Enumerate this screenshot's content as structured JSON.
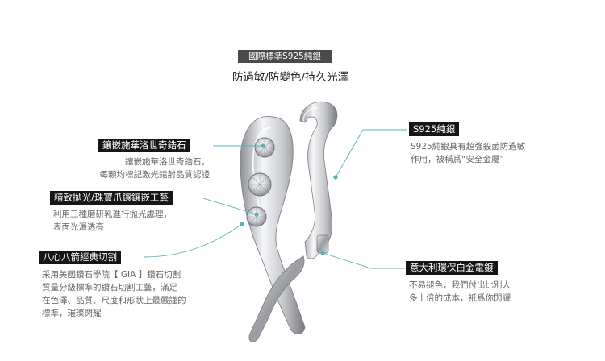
{
  "header": {
    "banner": "國際標準S925純銀",
    "subtitle": "防過敏/防變色/持久光澤"
  },
  "callouts": {
    "stone": {
      "title": "鑲嵌施華洛世奇鋯石",
      "lines": [
        "鑲嵌施華洛世奇鋯石，",
        "每顆均標記激光鐳射品質認證"
      ]
    },
    "polish": {
      "title": "精致抛光/珠寶爪鑲鑲嵌工藝",
      "lines": [
        "利用三種磨研乳進行抛光處理，",
        "表面光滑透亮"
      ]
    },
    "cut": {
      "title": "八心八箭經典切割",
      "lines": [
        "采用美國鑽石學院【 GIA 】鑽石切割",
        "質量分級標準的鑽石切割工藝，滿足",
        "在色澤、品質、尺度和形狀上最嚴謹的",
        "標準，璀璨閃耀"
      ]
    },
    "silver": {
      "title": "S925純銀",
      "lines": [
        "S925純銀具有超強殺菌防過敏",
        "作用，被稱爲“安全金屬”"
      ]
    },
    "plating": {
      "title": "意大利環保白金電鍍",
      "lines": [
        "不易褪色，我們付出比別人",
        "多十倍的成本，衹爲你閃耀"
      ]
    }
  },
  "colors": {
    "teal": "#5bb3b8",
    "tag_bg": "#161616",
    "banner_bg": "#4a4a4a"
  }
}
